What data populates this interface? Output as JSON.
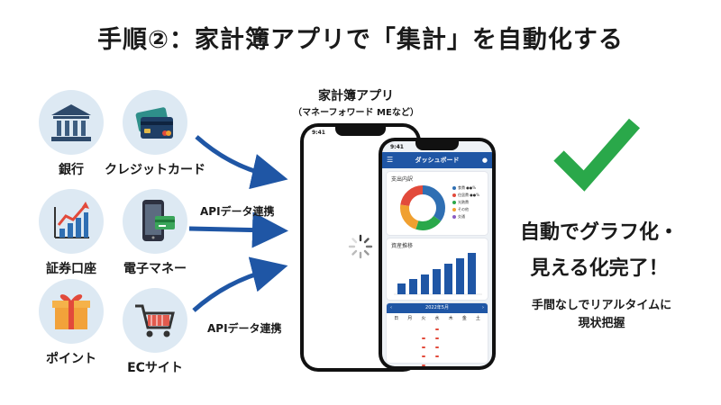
{
  "title": "手順②：家計簿アプリで「集計」を自動化する",
  "sources": [
    {
      "label": "銀行",
      "icon": "bank-icon"
    },
    {
      "label": "クレジットカード",
      "icon": "credit-card-icon"
    },
    {
      "label": "証券口座",
      "icon": "stock-chart-icon"
    },
    {
      "label": "電子マネー",
      "icon": "smartphone-card-icon"
    },
    {
      "label": "ポイント",
      "icon": "gift-icon"
    },
    {
      "label": "ECサイト",
      "icon": "shopping-cart-icon"
    }
  ],
  "flow": {
    "api_label": "APIデータ連携"
  },
  "app": {
    "title": "家計簿アプリ",
    "subtitle": "（マネーフォワード MEなど）",
    "status_time": "9:41",
    "dashboard_title": "ダッシュボード",
    "breakdown_title": "支出内訳",
    "breakdown_legend": [
      "食費 ●●%",
      "住居費 ●●%",
      "光熱費",
      "その他",
      "交通"
    ],
    "trend_title": "資産推移",
    "calendar_month": "2022年5月",
    "weekdays": [
      "日",
      "月",
      "火",
      "水",
      "木",
      "金",
      "土"
    ]
  },
  "result": {
    "line1": "自動でグラフ化・",
    "line2": "見える化完了！",
    "sub1": "手間なしでリアルタイムに",
    "sub2": "現状把握"
  },
  "colors": {
    "accent_blue": "#1f56a5",
    "check_green": "#2aa84a",
    "icon_bg": "#dde9f3"
  }
}
